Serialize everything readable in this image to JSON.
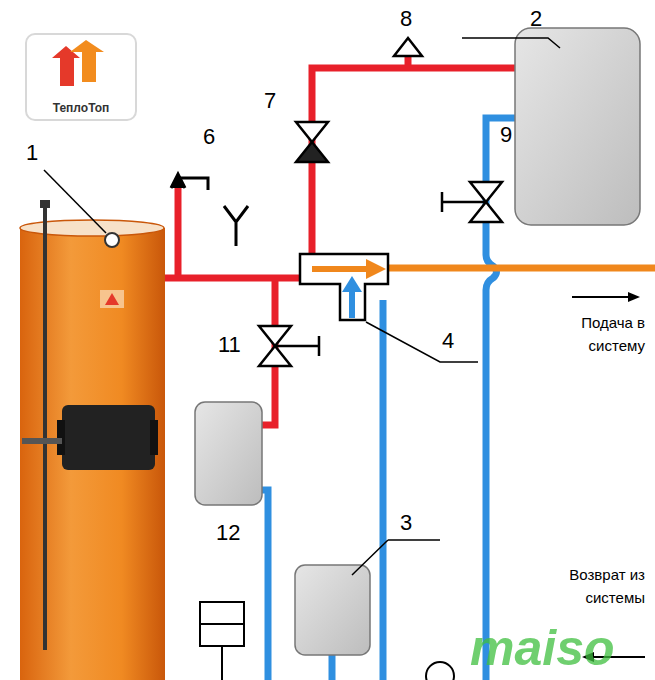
{
  "diagram": {
    "nodes": [
      {
        "text": [
          "ТеплоТоп"
        ]
      }
    ],
    "labels": [
      "1",
      "2",
      "3",
      "4",
      "6",
      "7",
      "8",
      "9",
      "11",
      "12",
      "Подача в систему",
      "Возврат из системы",
      "maiso"
    ]
  }
}
